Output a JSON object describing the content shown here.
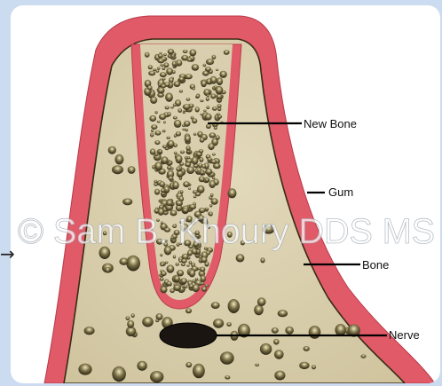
{
  "labels": {
    "new_bone": "New Bone",
    "gum": "Gum",
    "bone": "Bone",
    "nerve": "Nerve"
  },
  "watermark": "© Sam B. Khoury DDS MS",
  "arrow_glyph": "→",
  "colors": {
    "page_bg": "#ccdcf0",
    "gum": "#e05a68",
    "bone": "#d9cfae",
    "graft_bone": "#d9cfae",
    "pore": "#2e2a18",
    "nerve": "#1a1510",
    "leader": "#000000"
  }
}
